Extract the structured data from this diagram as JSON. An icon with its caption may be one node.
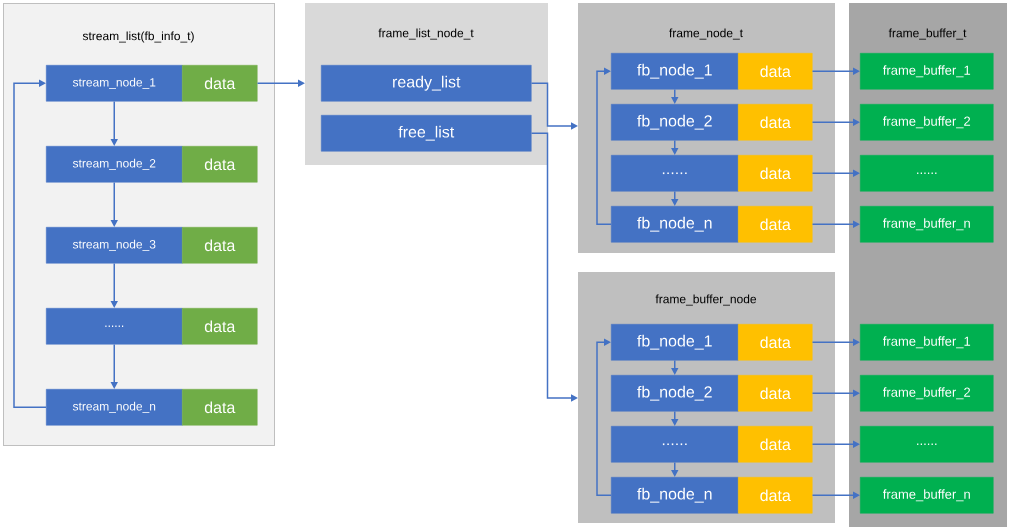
{
  "diagram": {
    "nodes": [
      {
        "text": [
          "stream_list(fb_info_t)"
        ]
      },
      {
        "text": [
          "stream_node_1"
        ],
        "in": 0
      },
      {
        "text": [
          "data"
        ],
        "in": 0
      },
      {
        "text": [
          "stream_node_2"
        ],
        "in": 0
      },
      {
        "text": [
          "data"
        ],
        "in": 0
      },
      {
        "text": [
          "stream_node_3"
        ],
        "in": 0
      },
      {
        "text": [
          "data"
        ],
        "in": 0
      },
      {
        "text": [
          "......"
        ],
        "in": 0
      },
      {
        "text": [
          "data"
        ],
        "in": 0
      },
      {
        "text": [
          "stream_node_n"
        ],
        "in": 0
      },
      {
        "text": [
          "data"
        ],
        "in": 0
      },
      {
        "text": [
          "frame_list_node_t"
        ]
      },
      {
        "text": [
          "ready_list"
        ],
        "in": 11
      },
      {
        "text": [
          "free_list"
        ],
        "in": 11
      },
      {
        "text": [
          "frame_node_t"
        ]
      },
      {
        "text": [
          "fb_node_1"
        ],
        "in": 14
      },
      {
        "text": [
          "data"
        ],
        "in": 14
      },
      {
        "text": [
          "fb_node_2"
        ],
        "in": 14
      },
      {
        "text": [
          "data"
        ],
        "in": 14
      },
      {
        "text": [
          "......"
        ],
        "in": 14
      },
      {
        "text": [
          "data"
        ],
        "in": 14
      },
      {
        "text": [
          "fb_node_n"
        ],
        "in": 14
      },
      {
        "text": [
          "data"
        ],
        "in": 14
      },
      {
        "text": [
          "frame_buffer_t"
        ]
      },
      {
        "text": [
          "frame_buffer_1"
        ],
        "in": 23
      },
      {
        "text": [
          "frame_buffer_2"
        ],
        "in": 23
      },
      {
        "text": [
          "......"
        ],
        "in": 23
      },
      {
        "text": [
          "frame_buffer_n"
        ],
        "in": 23
      },
      {
        "text": [
          "frame_buffer_node"
        ]
      },
      {
        "text": [
          "fb_node_1"
        ],
        "in": 28
      },
      {
        "text": [
          "data"
        ],
        "in": 28
      },
      {
        "text": [
          "fb_node_2"
        ],
        "in": 28
      },
      {
        "text": [
          "data"
        ],
        "in": 28
      },
      {
        "text": [
          "......"
        ],
        "in": 28
      },
      {
        "text": [
          "data"
        ],
        "in": 28
      },
      {
        "text": [
          "fb_node_n"
        ],
        "in": 28
      },
      {
        "text": [
          "data"
        ],
        "in": 28
      },
      {
        "text": [
          "frame_buffer_1"
        ],
        "in": 23
      },
      {
        "text": [
          "frame_buffer_2"
        ],
        "in": 23
      },
      {
        "text": [
          "......"
        ],
        "in": 23
      },
      {
        "text": [
          "frame_buffer_n"
        ],
        "in": 23
      }
    ],
    "edges": [
      {
        "from": 1,
        "to": 3,
        "arrow": "to"
      },
      {
        "from": 3,
        "to": 5,
        "arrow": "to"
      },
      {
        "from": 5,
        "to": 7,
        "arrow": "to"
      },
      {
        "from": 7,
        "to": 9,
        "arrow": "to"
      },
      {
        "from": 9,
        "to": 1,
        "arrow": "to"
      },
      {
        "from": 2,
        "to": 11,
        "arrow": "to"
      },
      {
        "from": 12,
        "to": 14,
        "arrow": "to"
      },
      {
        "from": 13,
        "to": 28,
        "arrow": "to"
      },
      {
        "from": 15,
        "to": 17,
        "arrow": "to"
      },
      {
        "from": 17,
        "to": 19,
        "arrow": "to"
      },
      {
        "from": 19,
        "to": 21,
        "arrow": "to"
      },
      {
        "from": 21,
        "to": 15,
        "arrow": "to"
      },
      {
        "from": 16,
        "to": 24,
        "arrow": "to"
      },
      {
        "from": 18,
        "to": 25,
        "arrow": "to"
      },
      {
        "from": 20,
        "to": 26,
        "arrow": "to"
      },
      {
        "from": 22,
        "to": 27,
        "arrow": "to"
      },
      {
        "from": 29,
        "to": 31,
        "arrow": "to"
      },
      {
        "from": 31,
        "to": 33,
        "arrow": "to"
      },
      {
        "from": 33,
        "to": 35,
        "arrow": "to"
      },
      {
        "from": 35,
        "to": 29,
        "arrow": "to"
      },
      {
        "from": 30,
        "to": 37,
        "arrow": "to"
      },
      {
        "from": 32,
        "to": 38,
        "arrow": "to"
      },
      {
        "from": 34,
        "to": 39,
        "arrow": "to"
      },
      {
        "from": 36,
        "to": 40,
        "arrow": "to"
      }
    ]
  }
}
